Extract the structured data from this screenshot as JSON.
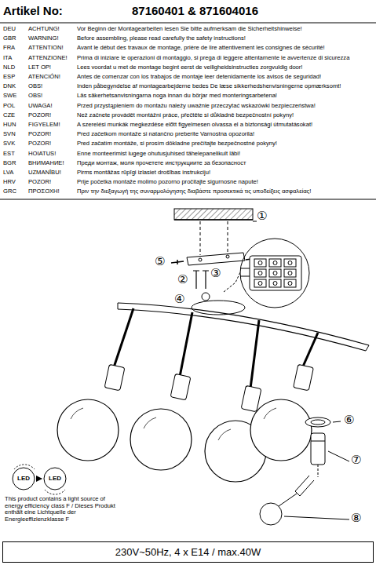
{
  "diagram": {
    "nodes": [
      {
        "text": [
          "230V~50Hz, 4 x E14 / max.40W"
        ]
      }
    ],
    "labels": [
      "Artikel No:",
      "87160401 & 871604016",
      "DEU",
      "ACHTUNG!",
      "Vor Beginn der Montagearbeiten lesen Sie bitte aufmerksam die Sicherheitshinweise!",
      "GBR",
      "WARNING!",
      "Before assembling, please read carefully the safety instructions!",
      "FRA",
      "ATTENTION!",
      "Avant le début des travaux de montage, prière de lire attentivement les consignes de sécurité!",
      "ITA",
      "ATTENZIONE!",
      "Prima di iniziare le operazioni di montaggio, si prega di leggere attentamente le avvertenze di sicurezza",
      "NLD",
      "LET OP!",
      "Lees voordat u met de montage begint eerst de veiligheidsinstructies zorgvuldig door!",
      "ESP",
      "ATENCIÓN!",
      "Antes de comenzar con los trabajos de montaje leer detenidamente los avisos de seguridad!",
      "DNK",
      "OBS!",
      "Inden påbegyndelse af montagearbejderne bedes De læse sikkerhedshenvisningerne opmærksomt!",
      "SWE",
      "OBS!",
      "Läs säkerhetsanvisningarna noga innan du börjar med monteringsarbetena!",
      "POL",
      "UWAGA!",
      "Przed przystąpieniem do montażu należy uważnie przeczytać wskazówki bezpieczeństwa!",
      "CZE",
      "POZOR!",
      "Než začnete provádět montážní práce, přečtěte si důkladně bezpečnostní pokyny!",
      "HUN",
      "FIGYELEM!",
      "A szerelési munkák megkezdése előtt figyelmesen olvassa el a biztonsági útmutatásokat!",
      "SVN",
      "POZOR!",
      "Pred začetkom montaže si natančno preberite Varnostna opozorila!",
      "SVK",
      "POZOR!",
      "Pred začatím montáže, si prosím dôkladne prečítajte bezpečnostné pokyny!",
      "EST",
      "HOIATUS!",
      "Enne monteerimist lugege ohutusjuhised tähelepanelikult läbi!",
      "BGR",
      "ВНИМАНИЕ!",
      "Преди монтаж, моля прочетете инструкциите за безопасност",
      "LVA",
      "UZMANĪBU!",
      "Pirms montāžas rūpīgi izlasiet drošības instrukciju!",
      "HRV",
      "POZOR!",
      "Prije početka montaže molimo pozorno pročitajte sigurnosne napute!",
      "GRC",
      "ΠΡΟΣΟΧΗ!",
      "Πριν την διεξαγωγή της συναρμολόγησης διαβάστε προσεκτικά τις υποδείξεις ασφαλείας!",
      "①",
      "⑤",
      "②",
      "③",
      "④",
      "⑥",
      "⑦",
      "⑧",
      "LED",
      "LED",
      "This product contains a light source of energy efficiency class F / Dieses Produkt enthält eine Lichtquelle der Energieeffizienzklasse F"
    ]
  }
}
